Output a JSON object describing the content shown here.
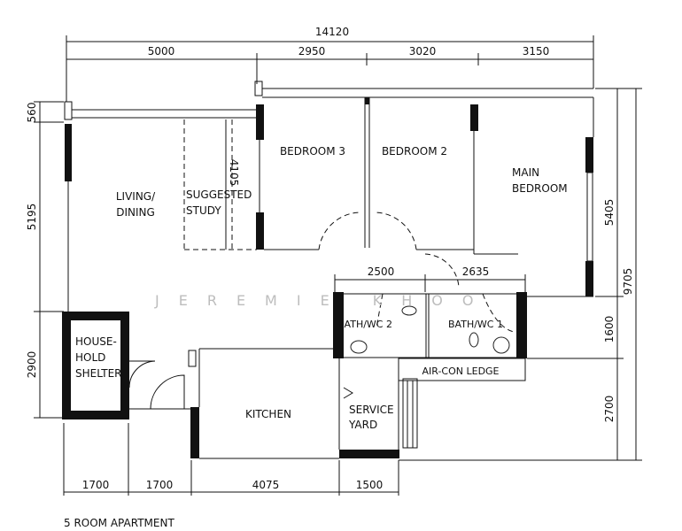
{
  "title": "5 ROOM APARTMENT",
  "watermark": "JEREMIE KHOO",
  "rooms": {
    "living": "LIVING/",
    "dining": "DINING",
    "study1": "SUGGESTED",
    "study2": "STUDY",
    "bedroom3": "BEDROOM 3",
    "bedroom2": "BEDROOM 2",
    "main1": "MAIN",
    "main2": "BEDROOM",
    "bath2": "BATH/WC 2",
    "bath1": "BATH/WC 1",
    "shelter1": "HOUSE-",
    "shelter2": "HOLD",
    "shelter3": "SHELTER",
    "kitchen": "KITCHEN",
    "service1": "SERVICE",
    "service2": "YARD",
    "aircon": "AIR-CON LEDGE"
  },
  "dimensions": {
    "overall_width": "14120",
    "top": [
      "5000",
      "2950",
      "3020",
      "3150"
    ],
    "left": [
      "560",
      "5195",
      "2900"
    ],
    "right": [
      "5405",
      "1600",
      "2700"
    ],
    "overall_depth": "9705",
    "bottom": [
      "1700",
      "1700",
      "4075",
      "1500"
    ],
    "study_depth": "4105",
    "bath": [
      "2500",
      "2635"
    ]
  }
}
